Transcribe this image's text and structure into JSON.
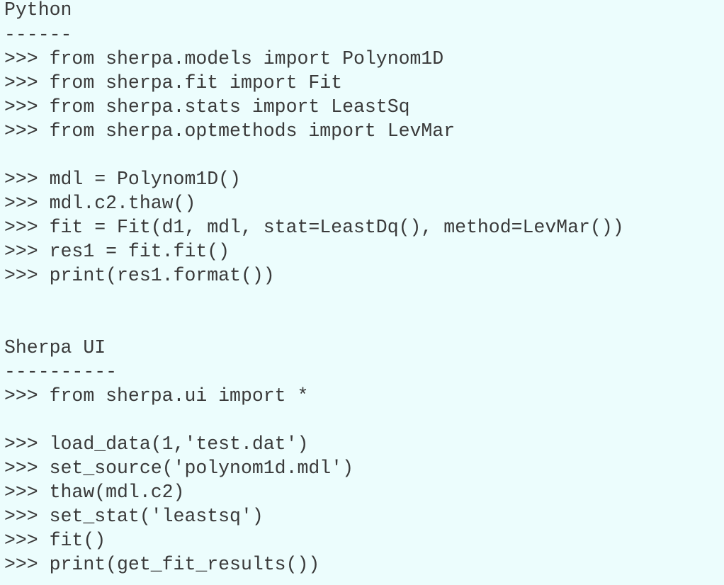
{
  "sections": [
    {
      "title": "Python",
      "underline": "------",
      "lines": [
        ">>> from sherpa.models import Polynom1D",
        ">>> from sherpa.fit import Fit",
        ">>> from sherpa.stats import LeastSq",
        ">>> from sherpa.optmethods import LevMar",
        "",
        ">>> mdl = Polynom1D()",
        ">>> mdl.c2.thaw()",
        ">>> fit = Fit(d1, mdl, stat=LeastDq(), method=LevMar())",
        ">>> res1 = fit.fit()",
        ">>> print(res1.format())"
      ]
    },
    {
      "title": "Sherpa UI",
      "underline": "----------",
      "lines": [
        ">>> from sherpa.ui import *",
        "",
        ">>> load_data(1,'test.dat')",
        ">>> set_source('polynom1d.mdl')",
        ">>> thaw(mdl.c2)",
        ">>> set_stat('leastsq')",
        ">>> fit()",
        ">>> print(get_fit_results())"
      ]
    }
  ]
}
